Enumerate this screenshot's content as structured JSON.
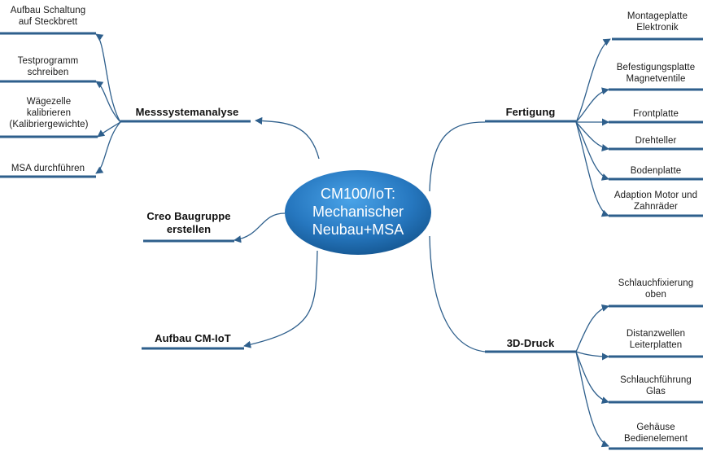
{
  "center": {
    "line1": "CM100/IoT:",
    "line2": "Mechanischer",
    "line3": "Neubau+MSA"
  },
  "branches": {
    "messsystem": {
      "label": "Messsystemanalyse",
      "children": [
        [
          "Aufbau Schaltung",
          "auf Steckbrett"
        ],
        [
          "Testprogramm",
          "schreiben"
        ],
        [
          "Wägezelle",
          "kalibrieren",
          "(Kalibriergewichte)"
        ],
        [
          "MSA durchführen"
        ]
      ]
    },
    "creo": {
      "label": [
        "Creo Baugruppe",
        "erstellen"
      ]
    },
    "aufbau": {
      "label": "Aufbau CM-IoT"
    },
    "fertigung": {
      "label": "Fertigung",
      "children": [
        [
          "Montageplatte",
          "Elektronik"
        ],
        [
          "Befestigungsplatte",
          "Magnetventile"
        ],
        [
          "Frontplatte"
        ],
        [
          "Drehteller"
        ],
        [
          "Bodenplatte"
        ],
        [
          "Adaption Motor und",
          "Zahnräder"
        ]
      ]
    },
    "druck": {
      "label": "3D-Druck",
      "children": [
        [
          "Schlauchfixierung",
          "oben"
        ],
        [
          "Distanzwellen",
          "Leiterplatten"
        ],
        [
          "Schlauchführung",
          "Glas"
        ],
        [
          "Gehäuse",
          "Bedienelement"
        ]
      ]
    }
  },
  "colors": {
    "line": "#2e5f8c",
    "ellipse_light": "#3a8fd6",
    "ellipse_dark": "#14558f"
  }
}
